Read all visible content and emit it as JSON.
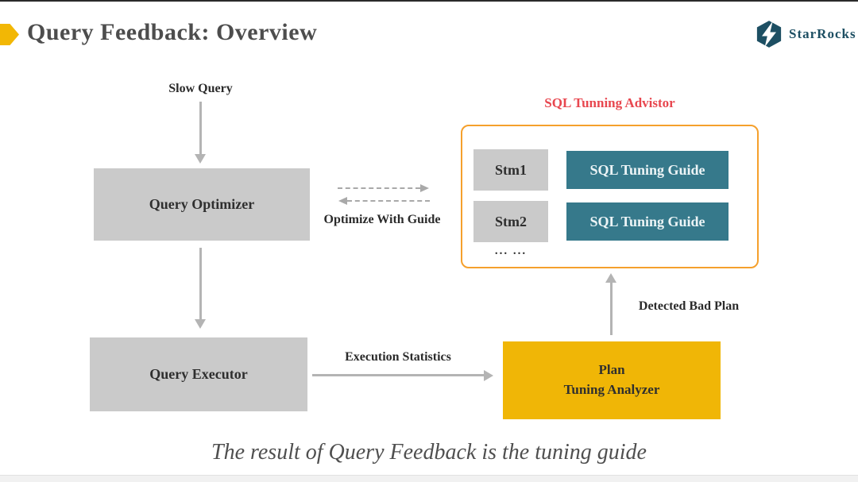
{
  "header": {
    "title": "Query Feedback: Overview",
    "logo_text": "StarRocks"
  },
  "diagram": {
    "slow_query_label": "Slow Query",
    "optimizer_label": "Query Optimizer",
    "executor_label": "Query Executor",
    "optimize_with_guide_label": "Optimize With Guide",
    "execution_statistics_label": "Execution Statistics",
    "detected_bad_plan_label": "Detected Bad Plan",
    "advisor": {
      "title": "SQL Tunning Advistor",
      "rows": [
        {
          "stm": "Stm1",
          "guide": "SQL Tuning Guide"
        },
        {
          "stm": "Stm2",
          "guide": "SQL Tuning Guide"
        }
      ],
      "more_label": "... ..."
    },
    "analyzer": {
      "line1": "Plan",
      "line2": "Tuning Analyzer"
    }
  },
  "footer": {
    "caption": "The result of Query Feedback is the tuning guide"
  },
  "colors": {
    "accent_yellow": "#f2b705",
    "analyzer_yellow": "#f0b606",
    "advisor_border_orange": "#f5a02c",
    "advisor_title_red": "#e8474f",
    "guide_teal": "#36798b",
    "node_gray": "#cacaca",
    "arrow_gray": "#b4b4b4",
    "logo_teal": "#1d4f63",
    "text_dark": "#2e2e2e"
  }
}
